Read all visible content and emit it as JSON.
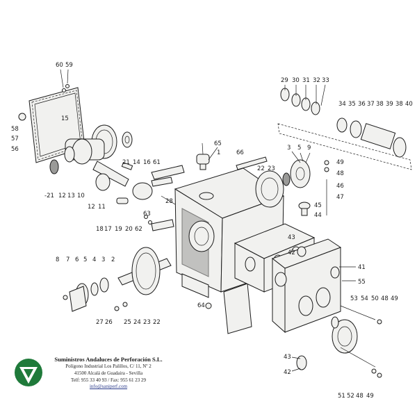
{
  "company": {
    "name": "Suministros Andaluces de Perforación S.L.",
    "address1": "Polígono Industrial Los Palillos, C/ 11, Nº 2",
    "address2": "41500 Alcalá de Guadaira - Sevilla",
    "phone": "Telf: 955 33 40 93 / Fax: 955 61 23 29",
    "email": "info@saniperf.com",
    "logo_color": "#1f7a3a"
  },
  "labels": [
    {
      "id": "60",
      "text": "60"
    },
    {
      "id": "59",
      "text": "59"
    },
    {
      "id": "15",
      "text": "15"
    },
    {
      "id": "58",
      "text": "58"
    },
    {
      "id": "57",
      "text": "57"
    },
    {
      "id": "56",
      "text": "56"
    },
    {
      "id": "21a",
      "text": "21"
    },
    {
      "id": "14",
      "text": "14"
    },
    {
      "id": "16",
      "text": "16"
    },
    {
      "id": "61",
      "text": "61"
    },
    {
      "id": "m21",
      "text": "-21"
    },
    {
      "id": "12a",
      "text": "12"
    },
    {
      "id": "13",
      "text": "13"
    },
    {
      "id": "10",
      "text": "10"
    },
    {
      "id": "12b",
      "text": "12"
    },
    {
      "id": "11",
      "text": "11"
    },
    {
      "id": "65",
      "text": "65"
    },
    {
      "id": "1",
      "text": "1"
    },
    {
      "id": "66",
      "text": "66"
    },
    {
      "id": "28",
      "text": "28"
    },
    {
      "id": "63",
      "text": "63"
    },
    {
      "id": "18",
      "text": "18"
    },
    {
      "id": "17",
      "text": "17"
    },
    {
      "id": "19",
      "text": "19"
    },
    {
      "id": "20",
      "text": "20"
    },
    {
      "id": "62",
      "text": "62"
    },
    {
      "id": "29",
      "text": "29"
    },
    {
      "id": "30",
      "text": "30"
    },
    {
      "id": "31",
      "text": "31"
    },
    {
      "id": "32",
      "text": "32"
    },
    {
      "id": "33",
      "text": "33"
    },
    {
      "id": "34",
      "text": "34"
    },
    {
      "id": "35",
      "text": "35"
    },
    {
      "id": "36",
      "text": "36"
    },
    {
      "id": "37",
      "text": "37"
    },
    {
      "id": "38a",
      "text": "38"
    },
    {
      "id": "39",
      "text": "39"
    },
    {
      "id": "38b",
      "text": "38"
    },
    {
      "id": "40",
      "text": "40"
    },
    {
      "id": "3a",
      "text": "3"
    },
    {
      "id": "5a",
      "text": "5"
    },
    {
      "id": "9",
      "text": "9"
    },
    {
      "id": "22a",
      "text": "22"
    },
    {
      "id": "23a",
      "text": "23"
    },
    {
      "id": "49a",
      "text": "49"
    },
    {
      "id": "48a",
      "text": "48"
    },
    {
      "id": "46",
      "text": "46"
    },
    {
      "id": "47",
      "text": "47"
    },
    {
      "id": "45",
      "text": "45"
    },
    {
      "id": "44",
      "text": "44"
    },
    {
      "id": "43a",
      "text": "43"
    },
    {
      "id": "42",
      "text": "42"
    },
    {
      "id": "41",
      "text": "41"
    },
    {
      "id": "55",
      "text": "55"
    },
    {
      "id": "8",
      "text": "8"
    },
    {
      "id": "7",
      "text": "7"
    },
    {
      "id": "6",
      "text": "6"
    },
    {
      "id": "5b",
      "text": "5"
    },
    {
      "id": "4",
      "text": "4"
    },
    {
      "id": "3b",
      "text": "3"
    },
    {
      "id": "2",
      "text": "2"
    },
    {
      "id": "64",
      "text": "64"
    },
    {
      "id": "27",
      "text": "27"
    },
    {
      "id": "26",
      "text": "26"
    },
    {
      "id": "25",
      "text": "25"
    },
    {
      "id": "24",
      "text": "24"
    },
    {
      "id": "23b",
      "text": "23"
    },
    {
      "id": "22b",
      "text": "22"
    },
    {
      "id": "53",
      "text": "53"
    },
    {
      "id": "54a",
      "text": "54"
    },
    {
      "id": "50",
      "text": "50"
    },
    {
      "id": "48b",
      "text": "48"
    },
    {
      "id": "49b",
      "text": "49"
    },
    {
      "id": "43b",
      "text": "43"
    },
    {
      "id": "42b",
      "text": "42"
    },
    {
      "id": "51",
      "text": "51"
    },
    {
      "id": "52",
      "text": "52"
    },
    {
      "id": "48c",
      "text": "48"
    },
    {
      "id": "49c",
      "text": "49"
    }
  ]
}
